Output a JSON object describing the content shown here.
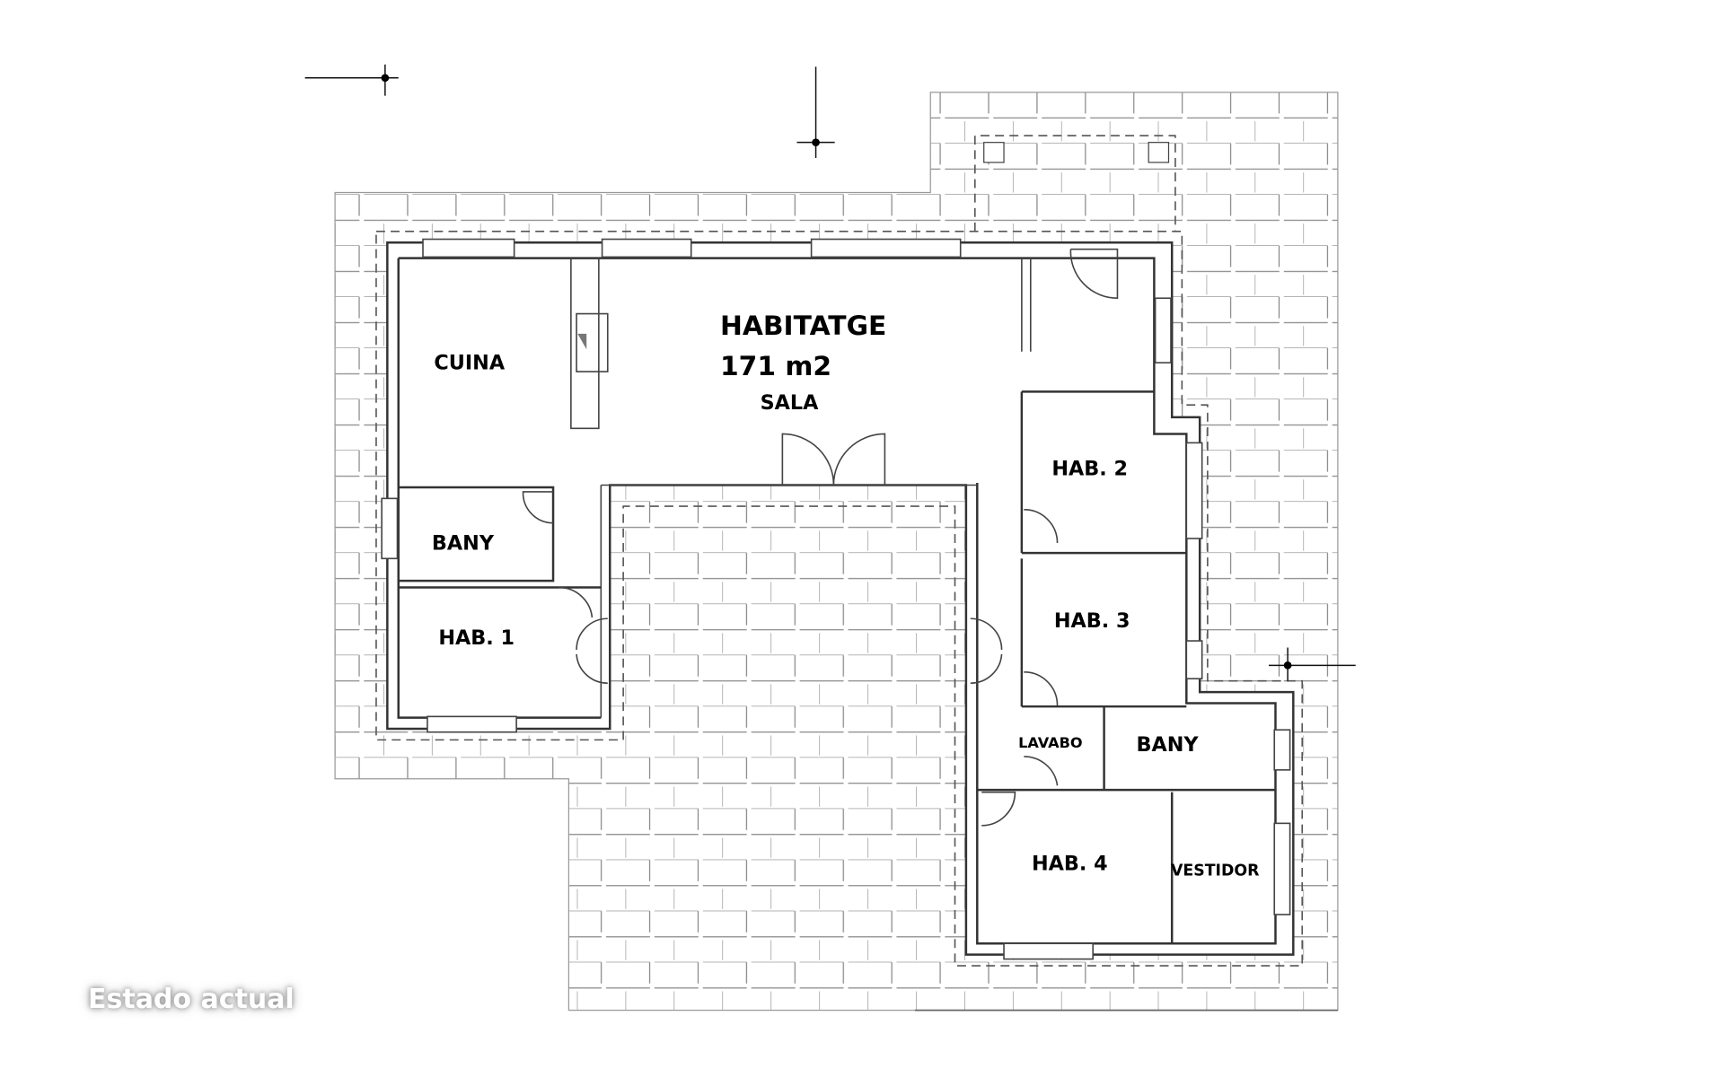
{
  "plan": {
    "title": "HABITATGE",
    "area": "171 m2",
    "rooms": {
      "cuina": "CUINA",
      "sala": "SALA",
      "bany1": "BANY",
      "hab1": "HAB. 1",
      "hab2": "HAB. 2",
      "hab3": "HAB. 3",
      "lavabo": "LAVABO",
      "bany2": "BANY",
      "hab4": "HAB. 4",
      "vestidor": "VESTIDOR"
    }
  },
  "watermark": "Estado actual"
}
